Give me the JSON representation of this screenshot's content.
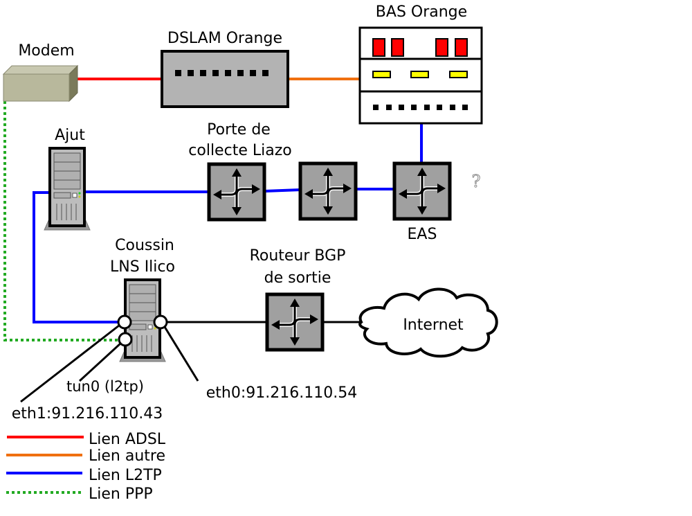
{
  "diagram": {
    "nodes": {
      "modem": {
        "label": "Modem"
      },
      "dslam": {
        "label": "DSLAM Orange"
      },
      "bas": {
        "label": "BAS Orange"
      },
      "ajut": {
        "label": "Ajut"
      },
      "porte_collecte": {
        "label_line1": "Porte de",
        "label_line2": "collecte Liazo"
      },
      "eas": {
        "label": "EAS"
      },
      "unknown_marker": {
        "label": "?"
      },
      "coussin": {
        "label_line1": "Coussin",
        "label_line2": "LNS Ilico"
      },
      "routeur_bgp": {
        "label_line1": "Routeur BGP",
        "label_line2": "de sortie"
      },
      "internet": {
        "label": "Internet"
      }
    },
    "interfaces": {
      "tun0": "tun0 (l2tp)",
      "eth1": "eth1:91.216.110.43",
      "eth0": "eth0:91.216.110.54"
    },
    "edges": [
      {
        "from": "Modem",
        "to": "DSLAM Orange",
        "type": "ADSL"
      },
      {
        "from": "DSLAM Orange",
        "to": "BAS Orange",
        "type": "autre"
      },
      {
        "from": "BAS Orange",
        "to": "EAS",
        "type": "L2TP"
      },
      {
        "from": "EAS",
        "to": "switch",
        "type": "L2TP"
      },
      {
        "from": "switch",
        "to": "Porte de collecte Liazo",
        "type": "L2TP"
      },
      {
        "from": "Porte de collecte Liazo",
        "to": "Ajut",
        "type": "L2TP"
      },
      {
        "from": "Ajut",
        "to": "Coussin LNS Ilico (eth1)",
        "type": "L2TP"
      },
      {
        "from": "Modem",
        "to": "Coussin LNS Ilico (tun0)",
        "type": "PPP"
      },
      {
        "from": "Coussin LNS Ilico (eth0)",
        "to": "Routeur BGP de sortie",
        "type": "plain"
      },
      {
        "from": "Routeur BGP de sortie",
        "to": "Internet",
        "type": "plain"
      }
    ],
    "legend": [
      {
        "label": "Lien ADSL",
        "color": "#ff0000",
        "style": "solid"
      },
      {
        "label": "Lien autre",
        "color": "#f07010",
        "style": "solid"
      },
      {
        "label": "Lien L2TP",
        "color": "#0000ff",
        "style": "solid"
      },
      {
        "label": "Lien PPP",
        "color": "#22aa22",
        "style": "dotted"
      }
    ]
  }
}
